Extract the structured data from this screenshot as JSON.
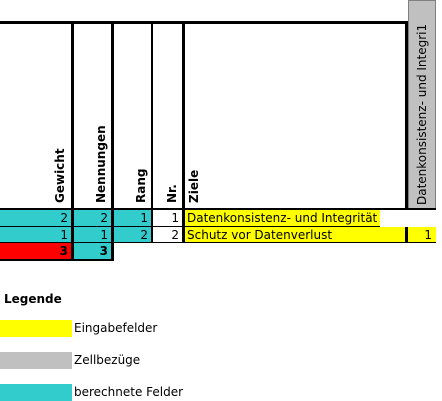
{
  "colors": {
    "input": "#ffff00",
    "reference": "#c0c0c0",
    "calculated": "#33cccc",
    "highlight": "#ff0000"
  },
  "headers": {
    "gewicht": "Gewicht",
    "nennungen": "Nennungen",
    "rang": "Rang",
    "nr": "Nr.",
    "ziele": "Ziele",
    "ref_col": "Datenkonsistenz- und Integri1"
  },
  "rows": [
    {
      "gewicht": "2",
      "nennungen": "2",
      "rang": "1",
      "nr": "1",
      "ziel": "Datenkonsistenz- und Integrität",
      "ref": ""
    },
    {
      "gewicht": "1",
      "nennungen": "1",
      "rang": "2",
      "nr": "2",
      "ziel": "Schutz vor Datenverlust",
      "ref": "1"
    }
  ],
  "totals": {
    "gewicht": "3",
    "nennungen": "3"
  },
  "legend": {
    "title": "Legende",
    "items": [
      {
        "label": "Eingabefelder"
      },
      {
        "label": "Zellbezüge"
      },
      {
        "label": "berechnete Felder"
      }
    ]
  }
}
